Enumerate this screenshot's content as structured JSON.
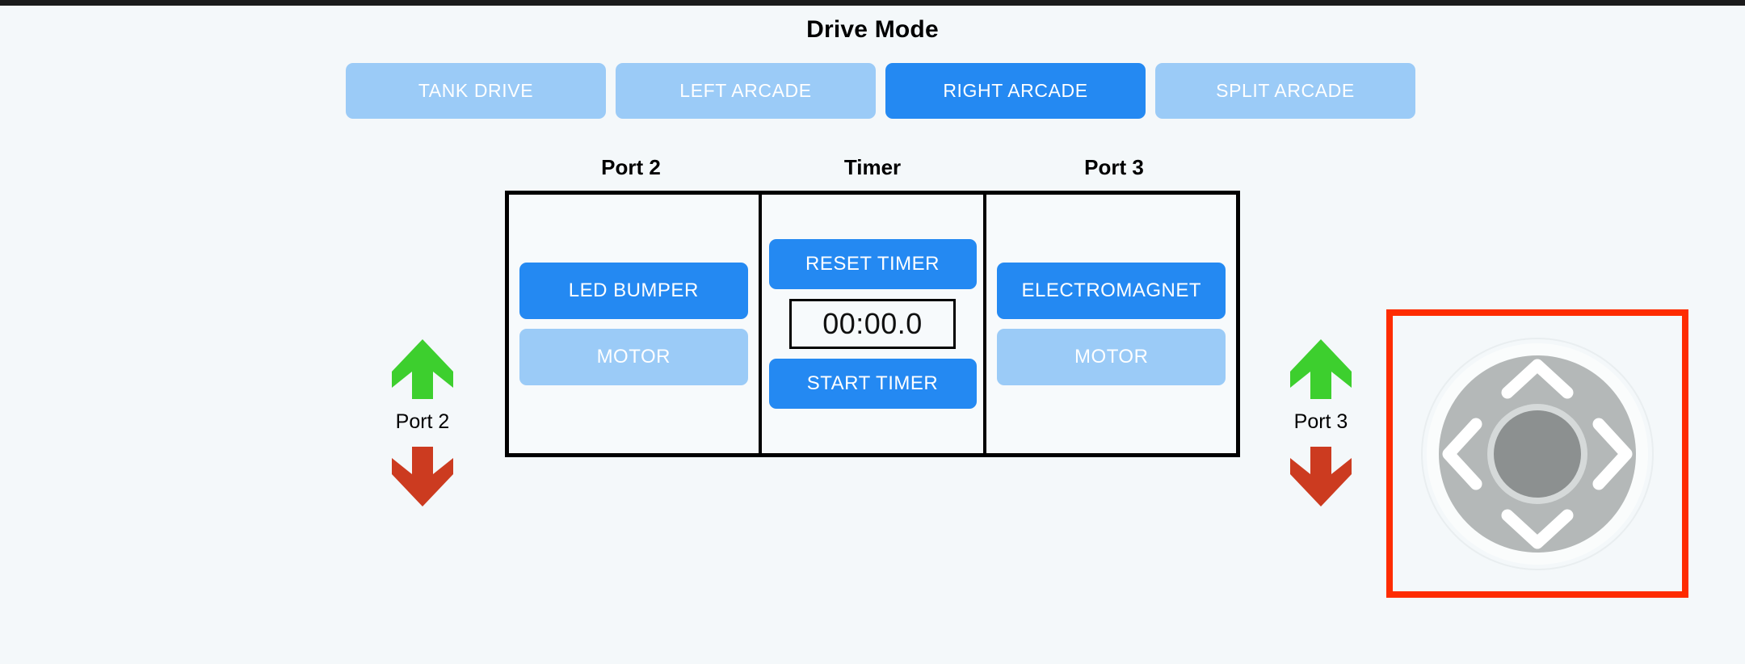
{
  "header": {
    "title": "Drive Mode"
  },
  "drive_modes": [
    {
      "label": "TANK DRIVE",
      "active": false
    },
    {
      "label": "LEFT ARCADE",
      "active": false
    },
    {
      "label": "RIGHT ARCADE",
      "active": true
    },
    {
      "label": "SPLIT ARCADE",
      "active": false
    }
  ],
  "panels": {
    "port2": {
      "label": "Port 2",
      "buttons": [
        {
          "label": "LED BUMPER",
          "active": true
        },
        {
          "label": "MOTOR",
          "active": false
        }
      ]
    },
    "timer": {
      "label": "Timer",
      "reset_label": "RESET TIMER",
      "display": "00:00.0",
      "start_label": "START TIMER"
    },
    "port3": {
      "label": "Port 3",
      "buttons": [
        {
          "label": "ELECTROMAGNET",
          "active": true
        },
        {
          "label": "MOTOR",
          "active": false
        }
      ]
    }
  },
  "indicators": [
    {
      "name": "Port 2",
      "up_icon": "arrow-up-icon",
      "down_icon": "arrow-down-icon"
    },
    {
      "name": "Port 3",
      "up_icon": "arrow-up-icon",
      "down_icon": "arrow-down-icon"
    }
  ],
  "dpad": {
    "up_icon": "chevron-up-icon",
    "down_icon": "chevron-down-icon",
    "left_icon": "chevron-left-icon",
    "right_icon": "chevron-right-icon"
  },
  "colors": {
    "background": "#f4f8fa",
    "accent_active": "#2489f2",
    "accent_inactive": "#9bcbf7",
    "border": "#000000",
    "highlight_box": "#fe2c00",
    "arrow_up": "#3dcf2e",
    "arrow_down": "#cc3b20",
    "dpad_ring": "#b4b8b8",
    "dpad_center": "#8c9090"
  }
}
